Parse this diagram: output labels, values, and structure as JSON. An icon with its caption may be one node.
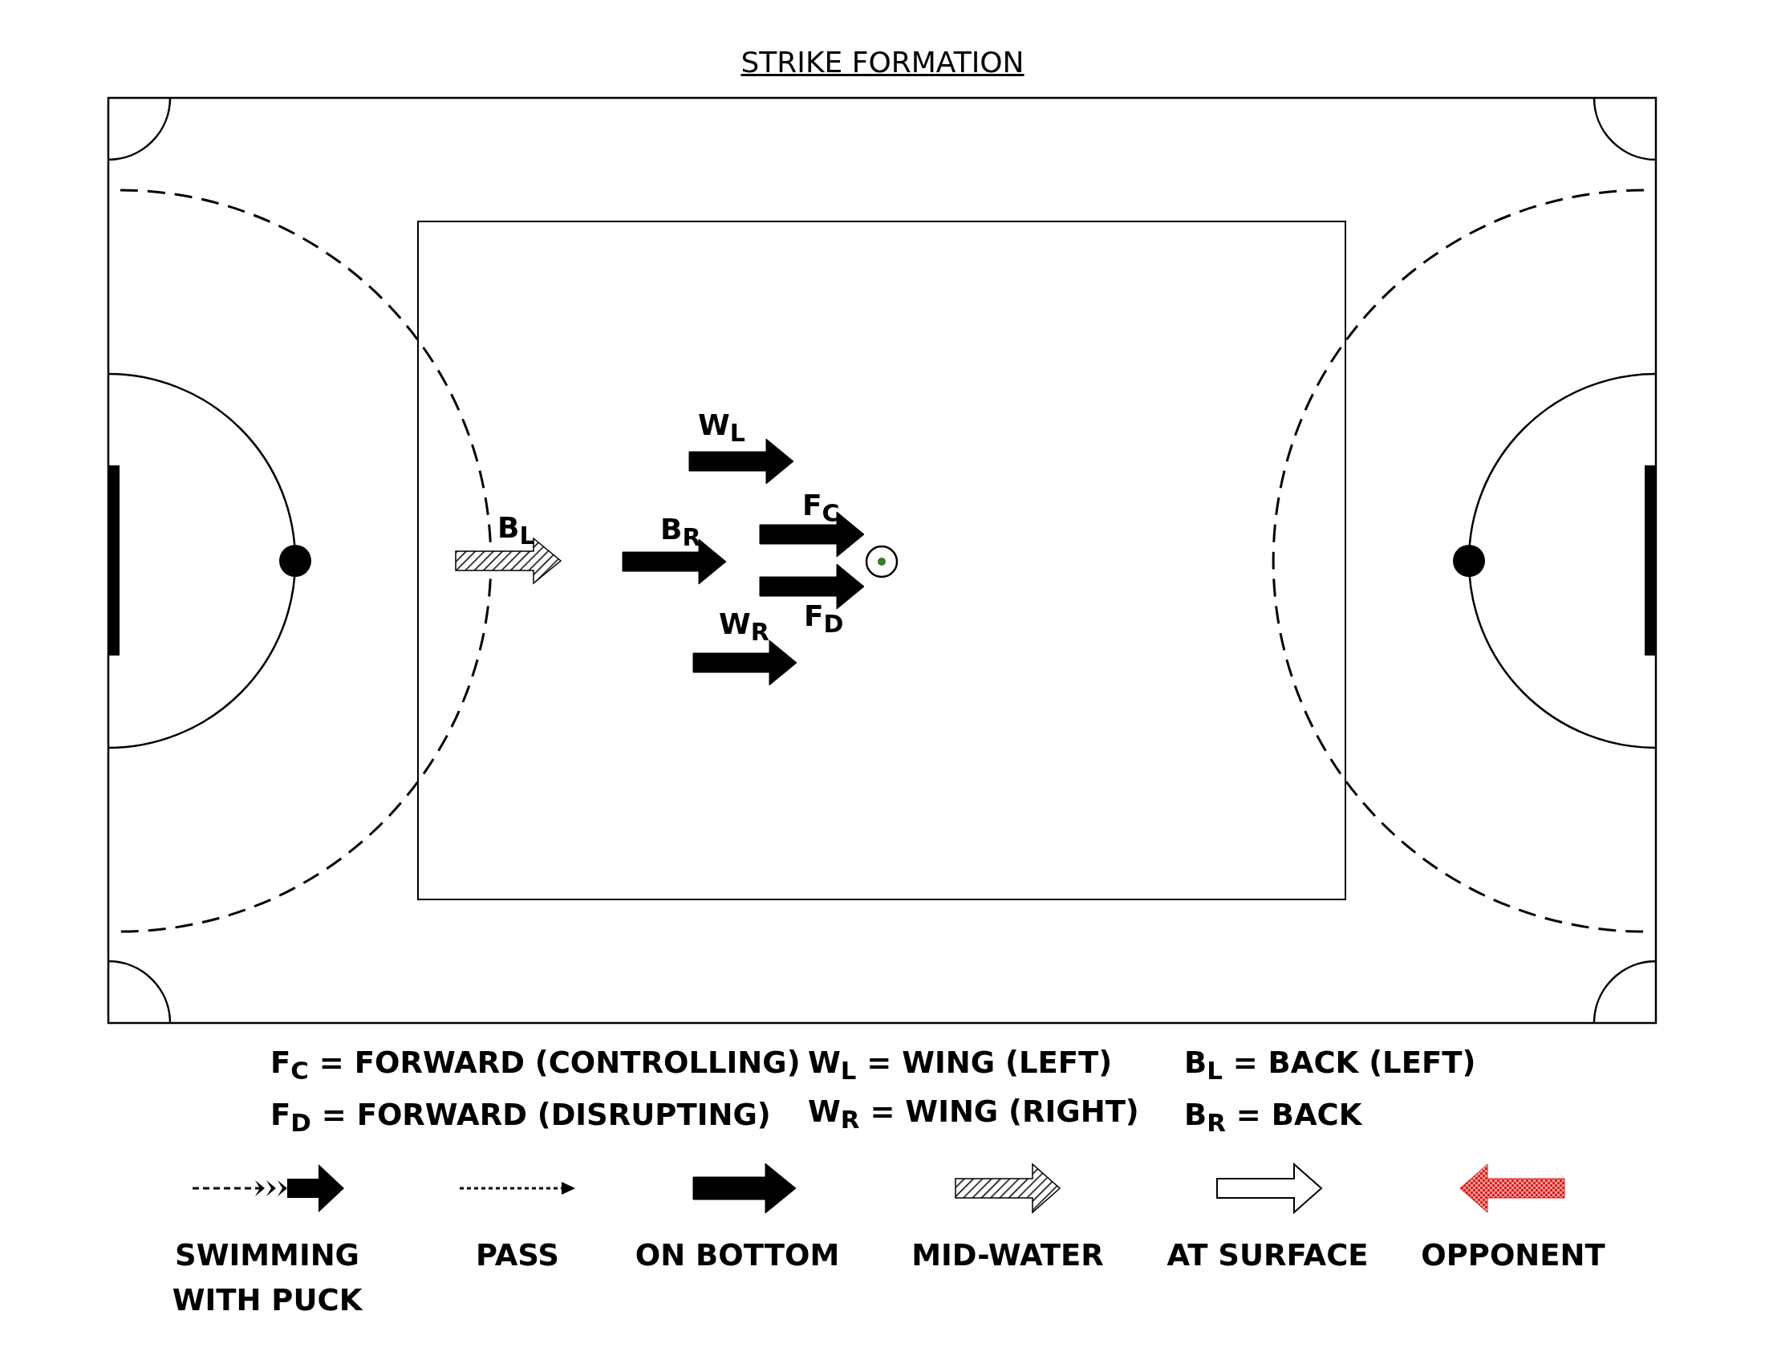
{
  "diagram": {
    "title": "STRIKE FORMATION",
    "labels": [
      "W$_{L}$",
      "F$_{C}$",
      "B$_{L}$",
      "B$_{R}$",
      "W$_{R}$",
      "F$_{D}$",
      "F$_{C}$ = FORWARD (CONTROLLING)",
      "W$_{L}$ = WING (LEFT)",
      "B$_{L}$ = BACK (LEFT)",
      "F$_{D}$ = FORWARD (DISRUPTING)",
      "W$_{R}$ = WING (RIGHT)",
      "B$_{R}$ = BACK"
    ],
    "legend": [
      {
        "text": "SWIMMING WITH PUCK"
      },
      {
        "text": "PASS"
      },
      {
        "text": "ON BOTTOM"
      },
      {
        "text": "MID-WATER"
      },
      {
        "text": "AT SURFACE"
      },
      {
        "text": "OPPONENT"
      }
    ]
  }
}
